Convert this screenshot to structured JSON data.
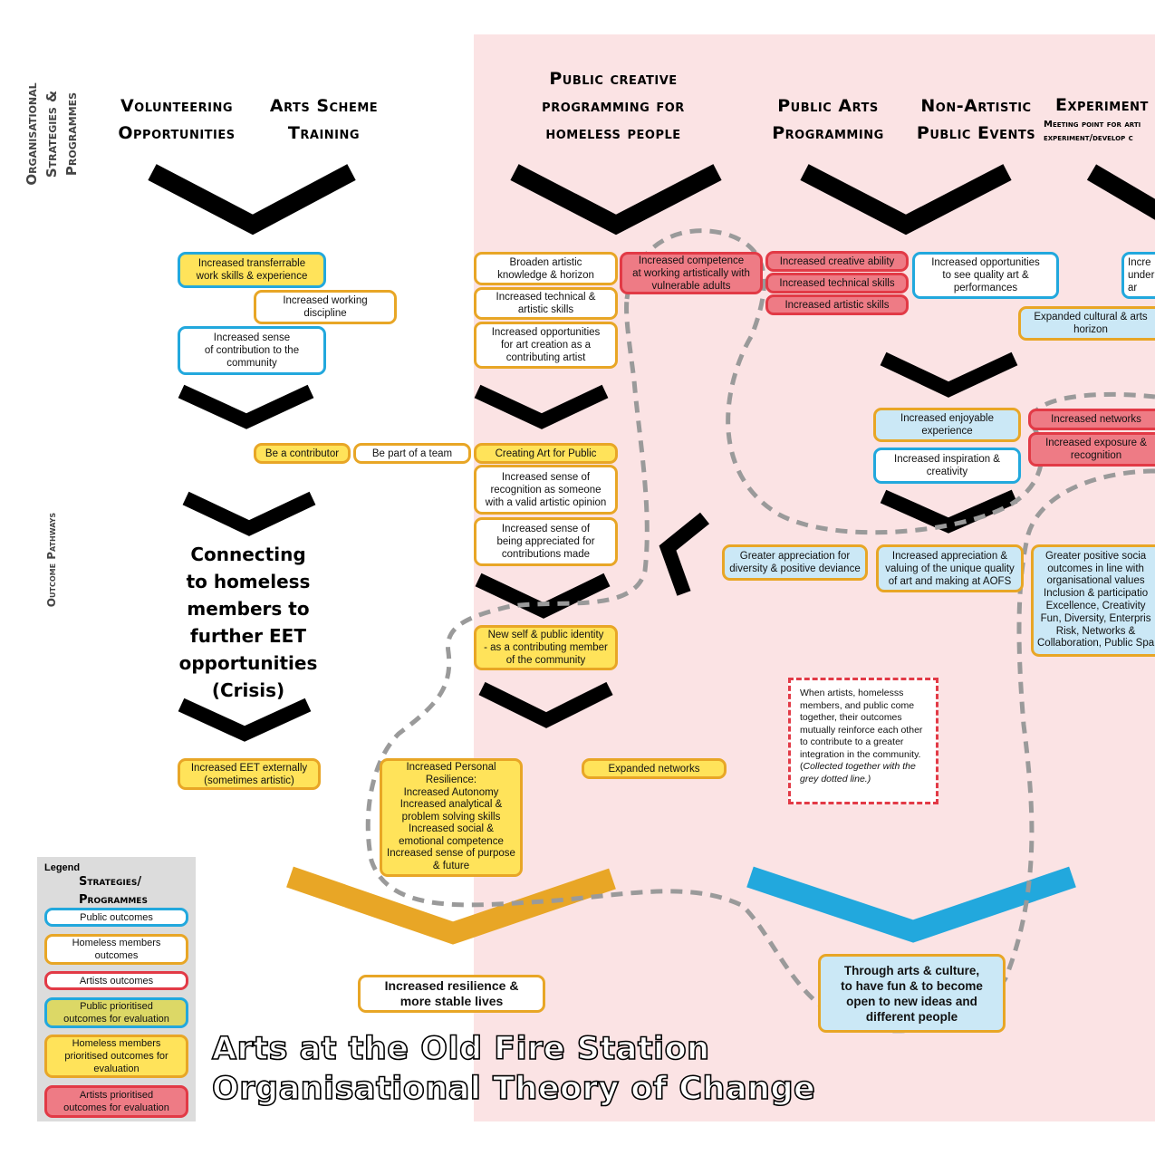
{
  "side_labels": {
    "strategies": "Organisational\nStrategies &\nProgrammes",
    "pathways": "Outcome Pathways"
  },
  "headings": {
    "volunteering": "Volunteering\nOpportunities",
    "arts_scheme": "Arts Scheme\nTraining",
    "public_creative": "Public creative\nprogramming for\nhomeless people",
    "public_arts": "Public Arts\nProgramming",
    "non_artistic": "Non-Artistic\nPublic Events",
    "experiment": "Experiment",
    "experiment_sub": "Meeting point for arti\nexperiment/develop c"
  },
  "connecting": "Connecting\nto homeless\nmembers to\nfurther EET\nopportunities\n(Crisis)",
  "boxes": {
    "transferrable": "Increased transferrable\nwork skills & experience",
    "working_discipline": "Increased working\ndiscipline",
    "contribution_community": "Increased sense\nof contribution to the\ncommunity",
    "broaden": "Broaden artistic\nknowledge & horizon",
    "tech_artistic": "Increased technical &\nartistic skills",
    "opportunities_artist": "Increased opportunities\nfor art creation as a\ncontributing artist",
    "competence": "Increased competence\nat working artistically with\nvulnerable adults",
    "creative_ability": "Increased creative ability",
    "technical_skills": "Increased technical skills",
    "artistic_skills": "Increased artistic skills",
    "see_quality": "Increased opportunities\nto see quality art &\nperformances",
    "incre_under": "Incre\nunder\nar",
    "expanded_cultural": "Expanded cultural & arts\nhorizon",
    "be_contributor": "Be a contributor",
    "be_team": "Be part of a team",
    "creating_art": "Creating Art for Public",
    "recognition": "Increased sense of\nrecognition as someone\nwith a valid artistic opinion",
    "appreciated": "Increased sense of\nbeing appreciated for\ncontributions made",
    "enjoyable": "Increased enjoyable\nexperience",
    "inspiration": "Increased inspiration &\ncreativity",
    "networks": "Increased networks",
    "exposure": "Increased exposure &\nrecognition",
    "diversity": "Greater appreciation for\ndiversity & positive deviance",
    "unique_quality": "Increased appreciation &\nvaluing of the unique quality\nof art and making at AOFS",
    "social_values": "Greater positive socia\noutcomes in line with\norganisational values\nInclusion & participatio\nExcellence, Creativity\nFun, Diversity, Enterpris\nRisk, Networks &\nCollaboration, Public Spa",
    "identity": "New self & public identity\n- as a contributing member\nof the community",
    "eet": "Increased EET externally\n(sometimes artistic)",
    "resilience_personal": "Increased Personal\nResilience:\nIncreased Autonomy\nIncreased analytical &\nproblem solving skills\nIncreased social &\nemotional competence\nIncreased sense of purpose\n& future",
    "expanded_networks": "Expanded networks",
    "stable_lives": "Increased resilience &\nmore stable lives",
    "fun_open": "Through arts & culture,\nto have fun & to become\nopen to new ideas and\ndifferent people"
  },
  "note": {
    "main": "When artists, homelesss members, and public come together, their outcomes mutually reinforce each other to contribute to a greater integration in the community. (",
    "italic": "Collected together with the grey dotted line.)"
  },
  "legend": {
    "title": "Legend",
    "strategies": "Strategies/\nProgrammes",
    "public": "Public outcomes",
    "homeless": "Homeless members\noutcomes",
    "artists": "Artists outcomes",
    "public_prior": "Public prioritised\noutcomes for evaluation",
    "homeless_prior": "Homeless members\nprioritised outcomes for\nevaluation",
    "artists_prior": "Artists prioritised\noutcomes for evaluation"
  },
  "title": {
    "line1": "Arts at the Old Fire Station",
    "line2": "Organisational Theory of Change"
  },
  "colors": {
    "orange": "#e8a626",
    "blue": "#22a8dd",
    "red": "#e23a46",
    "yellow": "#ffe35a",
    "pink_area": "#fbe3e4",
    "dotted": "#9a9a9a"
  }
}
